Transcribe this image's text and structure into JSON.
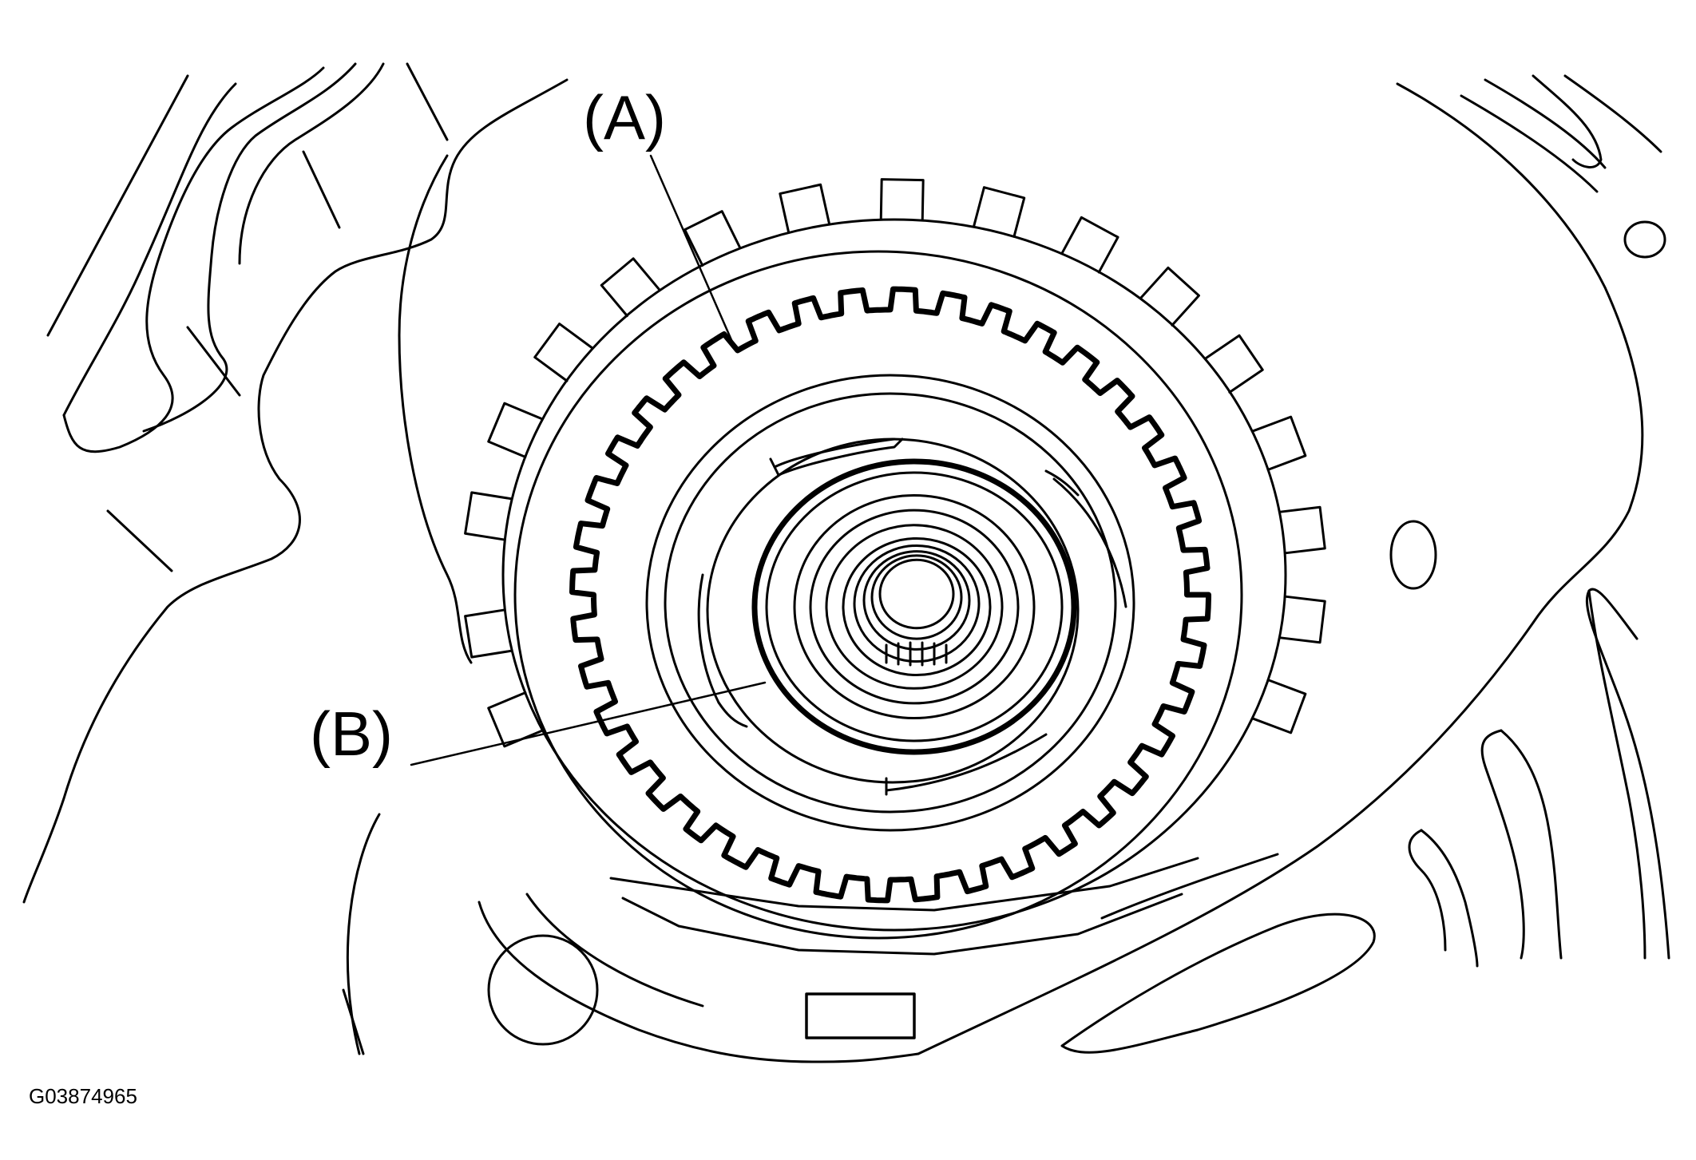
{
  "callouts": {
    "a": "(A)",
    "b": "(B)"
  },
  "figure_id": "G03874965",
  "colors": {
    "line": "#000000",
    "background": "#ffffff"
  }
}
